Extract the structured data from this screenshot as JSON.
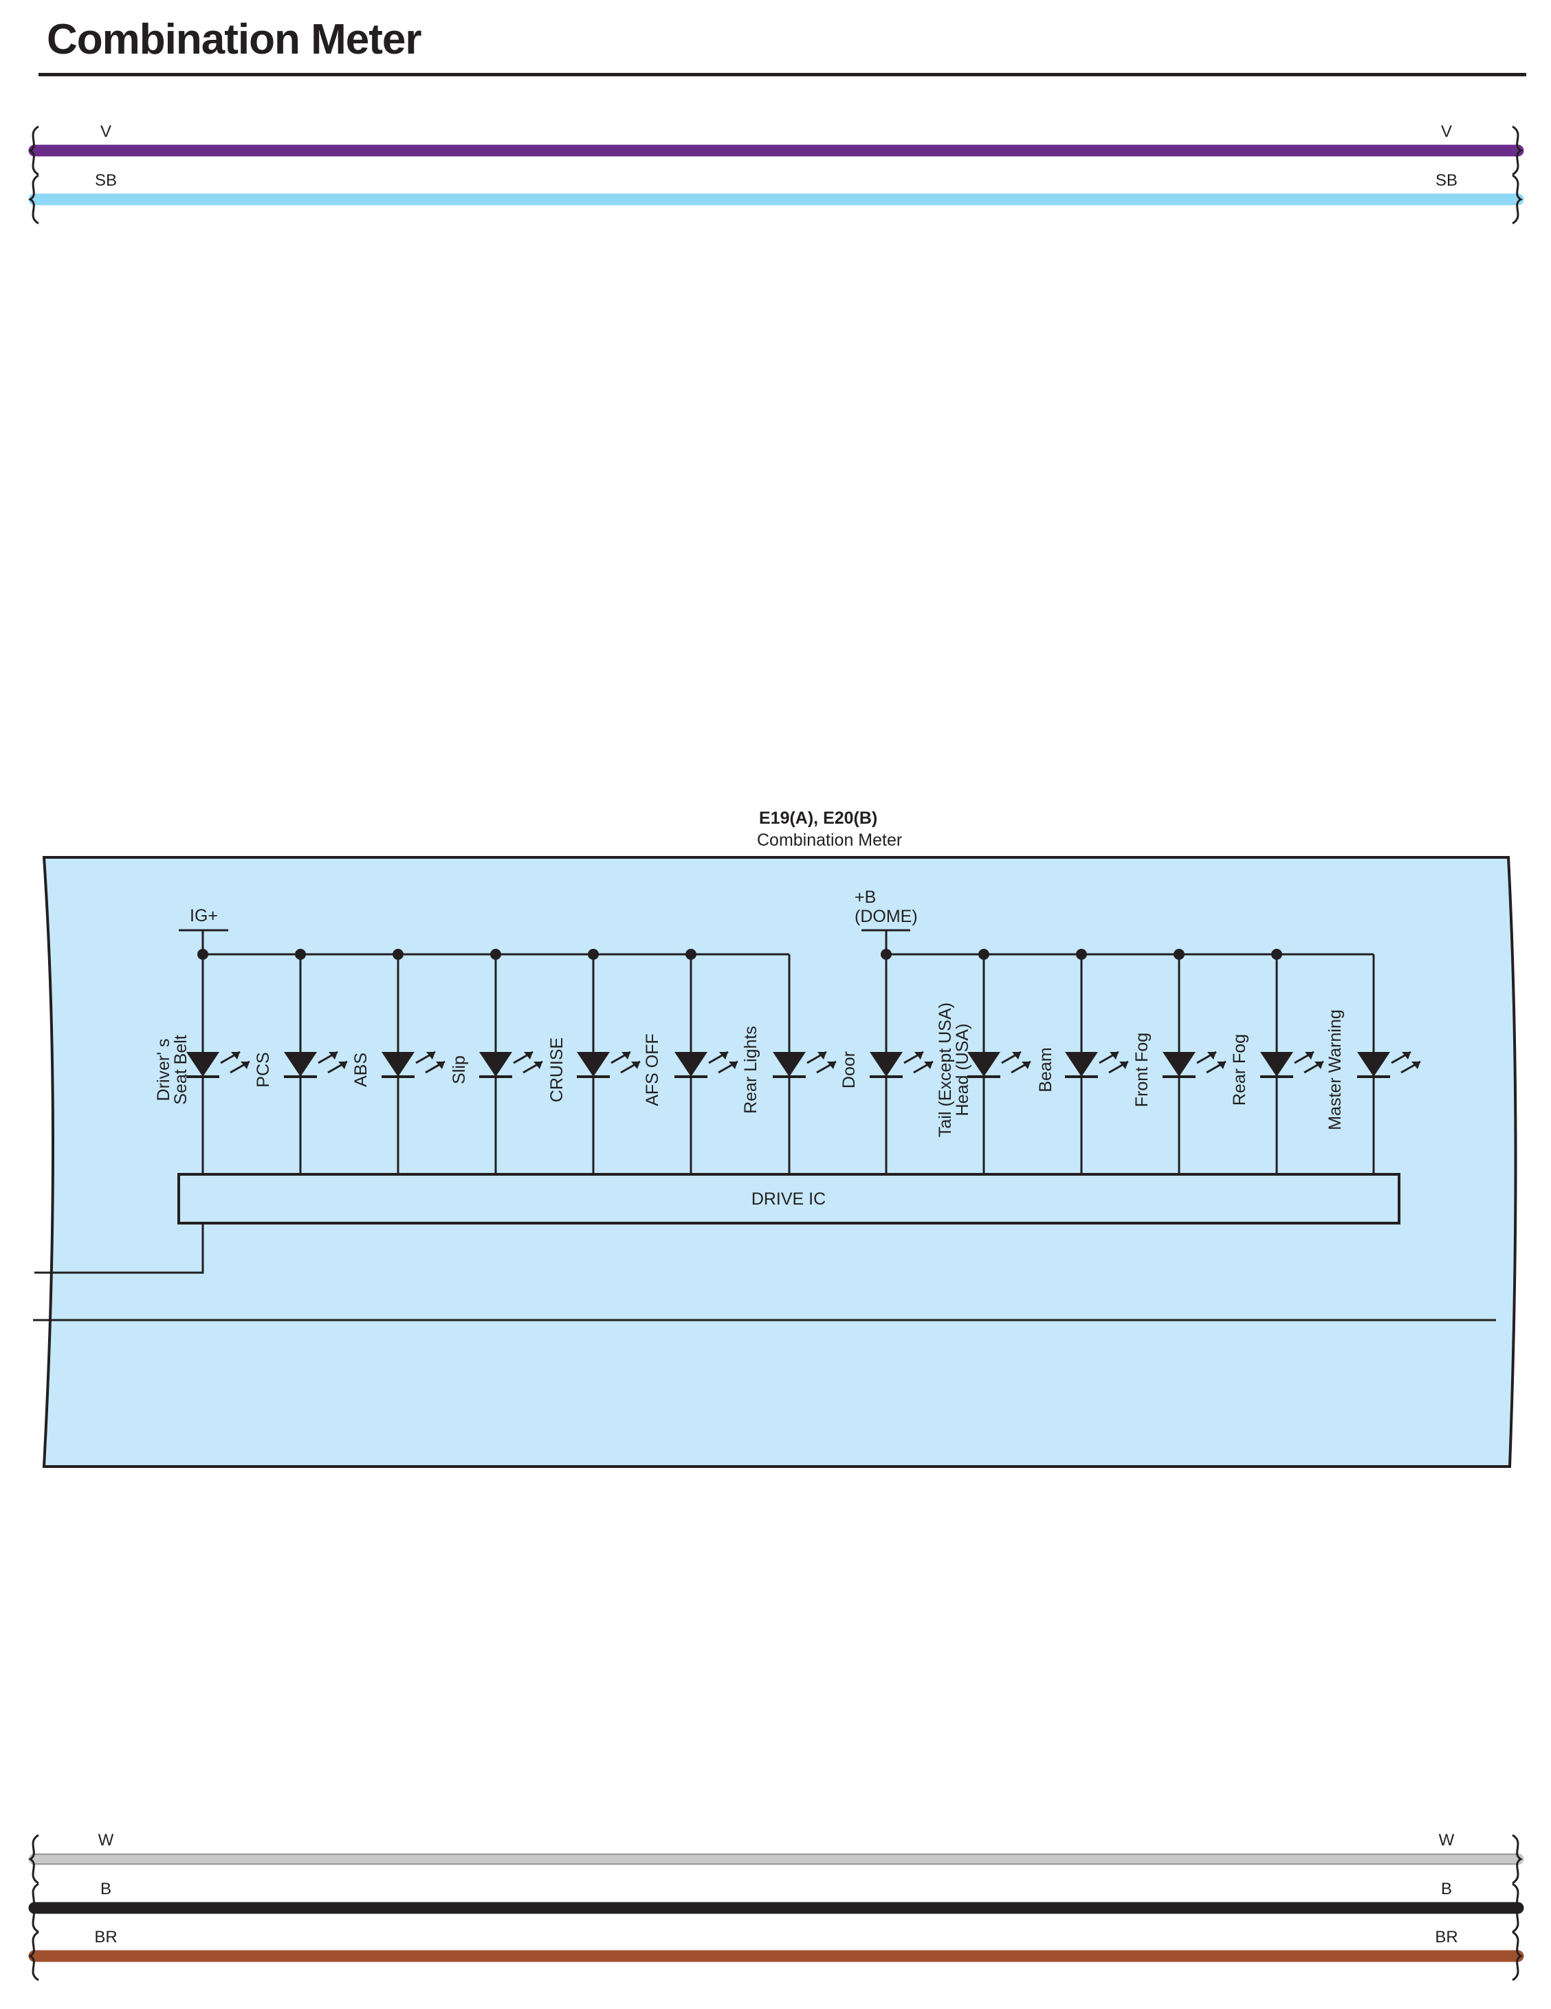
{
  "title": "Combination Meter",
  "colors": {
    "V": "#6b2d8b",
    "SB": "#8fd8f5",
    "W": "#c8c8c8",
    "B": "#231f20",
    "BR": "#a0502e",
    "meter_fill": "#c6e8fa",
    "line": "#231f20"
  },
  "top_wires": [
    {
      "code": "V",
      "color_key": "V"
    },
    {
      "code": "SB",
      "color_key": "SB"
    }
  ],
  "bottom_wires": [
    {
      "code": "W",
      "color_key": "W"
    },
    {
      "code": "B",
      "color_key": "B"
    },
    {
      "code": "BR",
      "color_key": "BR"
    }
  ],
  "meter": {
    "connectors": "E19(A), E20(B)",
    "name": "Combination Meter",
    "ig_label": "IG+",
    "dome_label_1": "+B",
    "dome_label_2": "(DOME)",
    "drive_ic": "DRIVE IC",
    "group1": [
      "Driver' s|Seat Belt",
      "PCS",
      "ABS",
      "Slip",
      "CRUISE",
      "AFS OFF",
      "Rear Lights"
    ],
    "group2": [
      "Door",
      "Tail (Except USA)|Head (USA)",
      "Beam",
      "Front Fog",
      "Rear Fog",
      "Master Warning"
    ]
  }
}
